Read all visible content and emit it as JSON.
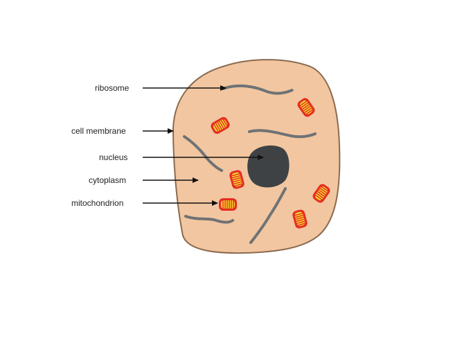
{
  "labels": {
    "ribosome": "ribosome",
    "cell_membrane": "cell membrane",
    "nucleus": "nucleus",
    "cytoplasm": "cytoplasm",
    "mitochondrion": "mitochondrion"
  },
  "colors": {
    "cytoplasm_fill": "#f2c6a0",
    "membrane_stroke": "#8a6a4f",
    "nucleus_fill": "#3f4245",
    "strand": "#6e7275",
    "mito_outer": "#e52d23",
    "mito_inner": "#f5d52c",
    "arrow": "#111111"
  }
}
